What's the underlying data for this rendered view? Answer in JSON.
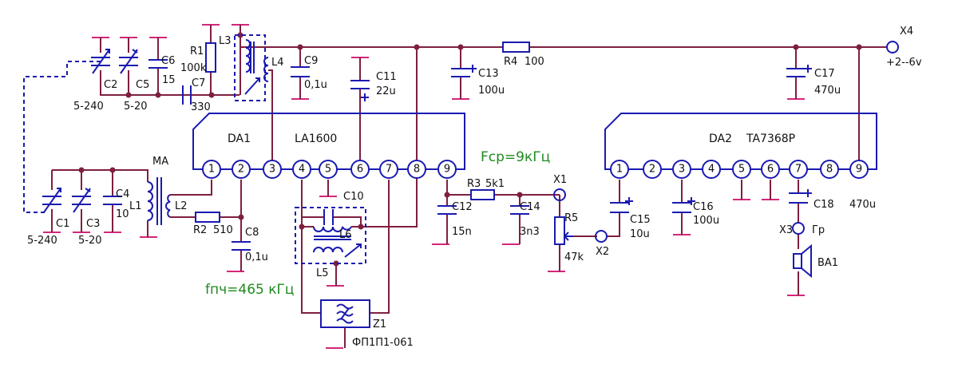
{
  "ic": {
    "da1": {
      "ref": "DA1",
      "part": "LA1600",
      "pins": [
        "1",
        "2",
        "3",
        "4",
        "5",
        "6",
        "7",
        "8",
        "9"
      ]
    },
    "da2": {
      "ref": "DA2",
      "part": "TA7368P",
      "pins": [
        "1",
        "2",
        "3",
        "4",
        "5",
        "6",
        "7",
        "8",
        "9"
      ]
    }
  },
  "components": {
    "c1": {
      "ref": "C1",
      "value": "5-240"
    },
    "c2": {
      "ref": "C2",
      "value": "5-240"
    },
    "c3": {
      "ref": "C3",
      "value": "5-20"
    },
    "c4": {
      "ref": "C4",
      "value": "10"
    },
    "c5": {
      "ref": "C5",
      "value": "5-20"
    },
    "c6": {
      "ref": "C6",
      "value": "15"
    },
    "c7": {
      "ref": "C7",
      "value": "330"
    },
    "c8": {
      "ref": "C8",
      "value": "0,1u"
    },
    "c9": {
      "ref": "C9",
      "value": "0,1u"
    },
    "c10": {
      "ref": "C10"
    },
    "c11": {
      "ref": "C11",
      "value": "22u"
    },
    "c12": {
      "ref": "C12",
      "value": "15n"
    },
    "c13": {
      "ref": "C13",
      "value": "100u"
    },
    "c14": {
      "ref": "C14",
      "value": "3n3"
    },
    "c15": {
      "ref": "C15",
      "value": "10u"
    },
    "c16": {
      "ref": "C16",
      "value": "100u"
    },
    "c17": {
      "ref": "C17",
      "value": "470u"
    },
    "c18": {
      "ref": "C18",
      "value": "470u"
    },
    "r1": {
      "ref": "R1",
      "value": "100k"
    },
    "r2": {
      "ref": "R2",
      "value": "510"
    },
    "r3": {
      "ref": "R3",
      "value": "5k1"
    },
    "r4": {
      "ref": "R4",
      "value": "100"
    },
    "r5": {
      "ref": "R5",
      "value": "47k"
    },
    "l1": {
      "ref": "L1"
    },
    "l2": {
      "ref": "L2"
    },
    "l3": {
      "ref": "L3"
    },
    "l4": {
      "ref": "L4"
    },
    "l5": {
      "ref": "L5"
    },
    "l6": {
      "ref": "L6"
    },
    "ma": {
      "ref": "MA"
    },
    "z1": {
      "ref": "Z1",
      "part": "ФП1П1-061"
    },
    "x1": {
      "ref": "X1"
    },
    "x2": {
      "ref": "X2"
    },
    "x3": {
      "ref": "X3",
      "label": "Гр"
    },
    "x4": {
      "ref": "X4",
      "label": "+2--6v"
    },
    "ba1": {
      "ref": "BA1"
    }
  },
  "annotations": {
    "fcp": "Fср=9кГц",
    "fpch": "fпч=465 кГц"
  },
  "colors": {
    "wire": "#7f1f3f",
    "component": "#1a1ab0",
    "ground": "#d4267a",
    "annotation": "#1f8a1f"
  }
}
